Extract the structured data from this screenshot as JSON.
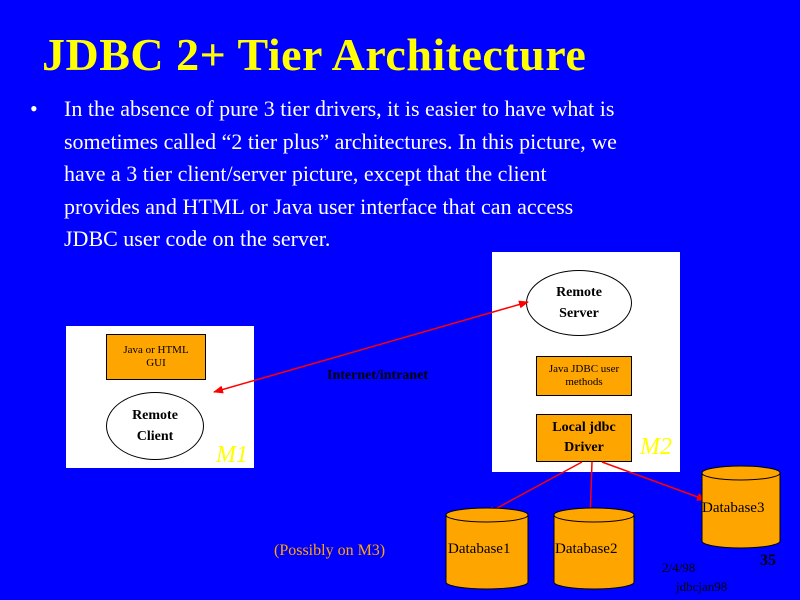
{
  "slide": {
    "title": "JDBC 2+ Tier Architecture",
    "bullet": "In the absence of pure 3 tier drivers, it is easier to have what is sometimes called “2 tier plus” architectures.  In this picture, we have a 3 tier client/server picture, except that the client provides and HTML or Java user interface that can access JDBC user code on the server.",
    "bullet_marker": "•"
  },
  "client": {
    "gui_box": "Java  or HTML GUI",
    "circle": "Remote Client",
    "machine": "M1"
  },
  "link": {
    "label": "Internet/intranet"
  },
  "server": {
    "circle": "Remote Server",
    "methods_box": "Java  JDBC user methods",
    "driver_box": "Local jdbc Driver",
    "machine": "M2"
  },
  "databases": [
    {
      "label": "Database1"
    },
    {
      "label": "Database2"
    },
    {
      "label": "Database3"
    }
  ],
  "note": "(Possibly on M3)",
  "footer": {
    "date": "2/4/98",
    "file": "jdbcjan98",
    "page": "35"
  },
  "colors": {
    "background": "#0000ff",
    "title": "#ffff00",
    "box_fill": "#ffa500",
    "arrow": "#ff0000"
  }
}
